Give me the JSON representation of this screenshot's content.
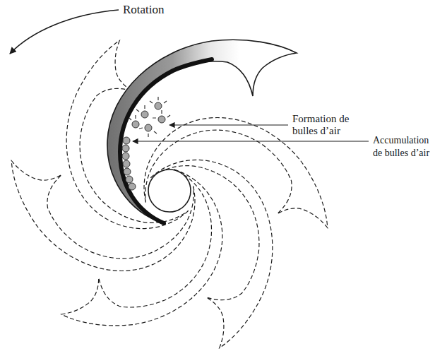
{
  "diagram": {
    "labels": [
      "Rotation",
      "Formation de bulles d’air",
      "Accumulation de bulles d’air"
    ]
  }
}
